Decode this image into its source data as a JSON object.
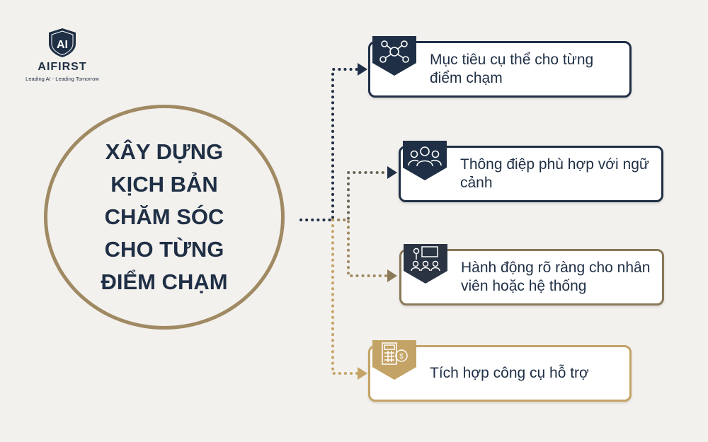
{
  "logo": {
    "mark": "AI",
    "brand": "AIFIRST",
    "tagline": "Leading AI - Leading Tomorrow"
  },
  "center": {
    "title": "XÂY DỰNG KỊCH BẢN CHĂM SÓC CHO TỪNG ĐIỂM CHẠM"
  },
  "cards": [
    {
      "text": "Mục tiêu cụ thể cho từng điểm chạm",
      "icon": "network-people-icon",
      "color": "#1f2f45"
    },
    {
      "text": "Thông điệp phù hợp với ngữ cảnh",
      "icon": "group-people-icon",
      "color": "#1f2f45"
    },
    {
      "text": "Hành động rõ ràng cho nhân viên hoặc hệ thống",
      "icon": "meeting-presentation-icon",
      "color": "#8a7858"
    },
    {
      "text": "Tích hợp công cụ hỗ trợ",
      "icon": "calculator-coin-icon",
      "color": "#c4a366"
    }
  ]
}
